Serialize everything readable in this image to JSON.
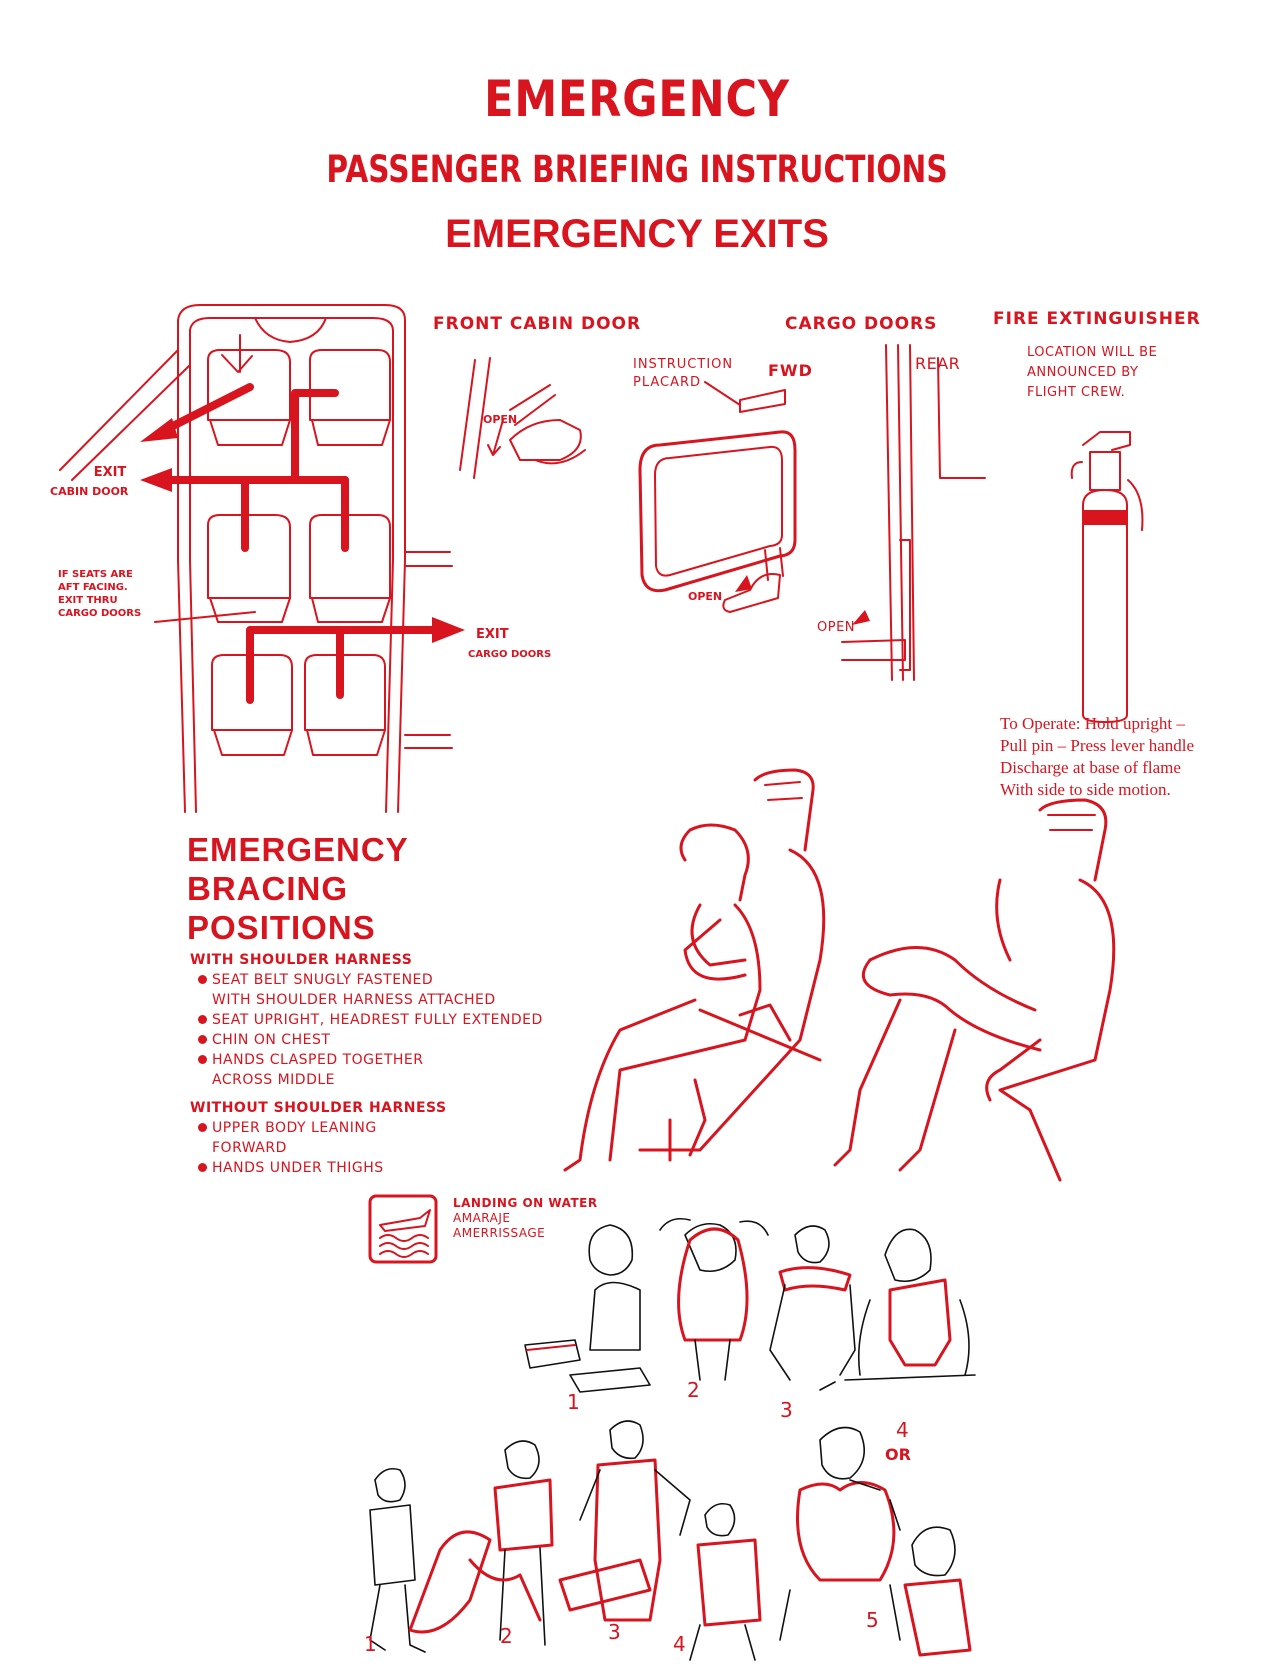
{
  "header": {
    "title": "EMERGENCY",
    "subtitle": "PASSENGER BRIEFING INSTRUCTIONS",
    "section": "EMERGENCY EXITS"
  },
  "exits": {
    "front_cabin_door": "FRONT CABIN DOOR",
    "cargo_doors": "CARGO DOORS",
    "fire_extinguisher": "FIRE EXTINGUISHER",
    "exit_cabin_1": "EXIT",
    "exit_cabin_2": "CABIN DOOR",
    "aft_note_1": "IF SEATS ARE",
    "aft_note_2": "AFT FACING.",
    "aft_note_3": "EXIT THRU",
    "aft_note_4": "CARGO DOORS",
    "exit_cargo_1": "EXIT",
    "exit_cargo_2": "CARGO DOORS",
    "open_front": "OPEN",
    "instruction_1": "INSTRUCTION",
    "instruction_2": "PLACARD",
    "fwd": "FWD",
    "rear": "REAR",
    "open_fwd": "OPEN",
    "open_rear": "OPEN",
    "fire_note_1": "LOCATION WILL BE",
    "fire_note_2": "ANNOUNCED BY",
    "fire_note_3": "FLIGHT CREW.",
    "operate_1": "To Operate: Hold upright –",
    "operate_2": "Pull pin – Press lever handle",
    "operate_3": "Discharge at base of flame",
    "operate_4": "With side to side motion."
  },
  "bracing": {
    "title_1": "EMERGENCY",
    "title_2": "BRACING",
    "title_3": "POSITIONS",
    "with_header": "WITH SHOULDER HARNESS",
    "with_1": "SEAT BELT SNUGLY FASTENED",
    "with_1b": "WITH SHOULDER HARNESS ATTACHED",
    "with_2": "SEAT UPRIGHT, HEADREST FULLY EXTENDED",
    "with_3": "CHIN ON CHEST",
    "with_4": "HANDS CLASPED TOGETHER",
    "with_4b": "ACROSS MIDDLE",
    "without_header": "WITHOUT SHOULDER HARNESS",
    "without_1": "UPPER BODY LEANING",
    "without_1b": "FORWARD",
    "without_2": "HANDS UNDER THIGHS"
  },
  "water": {
    "line_1": "LANDING ON WATER",
    "line_2": "AMARAJE",
    "line_3": "AMERRISSAGE",
    "steps_top": [
      "1",
      "2",
      "3",
      "4"
    ],
    "steps_bottom": [
      "1",
      "2",
      "3",
      "4",
      "5"
    ],
    "or": "OR"
  },
  "icons": {
    "water_landing": "water-landing-icon",
    "extinguisher": "fire-extinguisher-icon"
  },
  "colors": {
    "accent": "#d8141f"
  }
}
